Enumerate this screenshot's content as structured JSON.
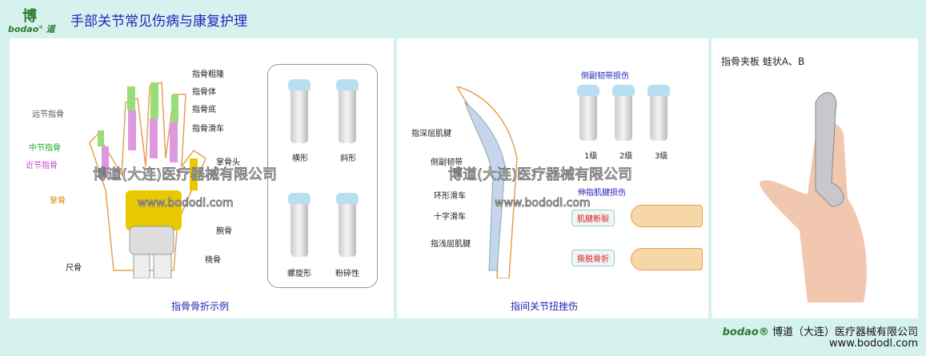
{
  "header": {
    "logo_mark": "博",
    "logo_word": "bodao° 道",
    "title": "手部关节常见伤病与康复护理"
  },
  "panel1": {
    "labels": [
      "指骨粗隆",
      "指骨体",
      "指骨底",
      "指骨滑车",
      "掌骨头",
      "远节指骨",
      "中节指骨",
      "近节指骨",
      "掌骨",
      "腕骨",
      "桡骨",
      "尺骨"
    ],
    "label_colors": {
      "middle": "#22aa22",
      "proximal": "#cc44cc",
      "metacarpal": "#dd8800"
    },
    "fracture_types": [
      "横形",
      "斜形",
      "螺旋形",
      "粉碎性"
    ],
    "caption": "指骨骨折示例"
  },
  "panel2": {
    "tendon_labels": [
      "指深屈肌腱",
      "侧副韧带",
      "环形滑车",
      "十字滑车",
      "指浅屈肌腱"
    ],
    "ligament_title": "侧副韧带损伤",
    "grades": [
      "1级",
      "2级",
      "3级"
    ],
    "extensor_title": "伸指肌腱损伤",
    "tags": [
      "肌腱断裂",
      "撕脱骨折"
    ],
    "caption": "指间关节扭挫伤"
  },
  "panel3": {
    "title": "指骨夹板  蛙状A、B"
  },
  "watermark": {
    "company": "博道(大连)医疗器械有限公司",
    "url": "www.bododl.com"
  },
  "footer": {
    "brand": "bodao®",
    "company": "博道（大连）医疗器械有限公司",
    "url": "www.bododl.com"
  }
}
